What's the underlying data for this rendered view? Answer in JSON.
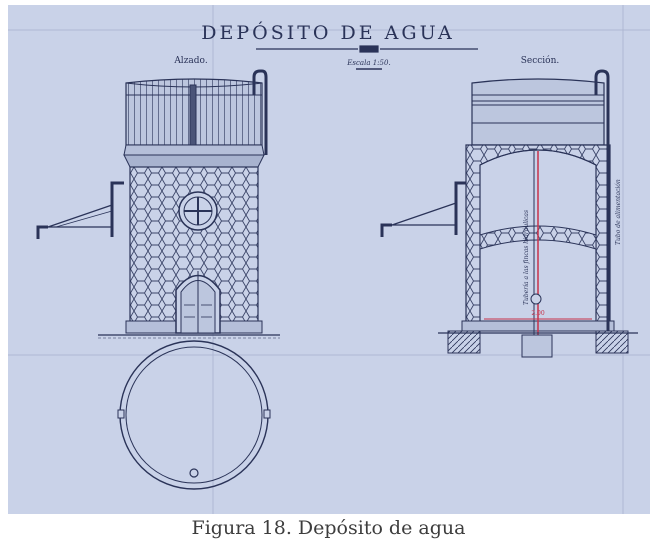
{
  "drawing": {
    "title": "DEPÓSITO DE AGUA",
    "scale": "Escala 1:50.",
    "elevation_label": "Alzado.",
    "section_label": "Sección.",
    "pipe_label_vertical": "Tubería a las fincas hidráulicas",
    "feed_pipe_label": "Tubo de alimentación",
    "dimension_label": "2.00",
    "colors": {
      "paper": "#c9d2e8",
      "ink": "#2a3358",
      "red": "#c8324a"
    }
  },
  "caption": "Figura 18. Depósito de agua"
}
